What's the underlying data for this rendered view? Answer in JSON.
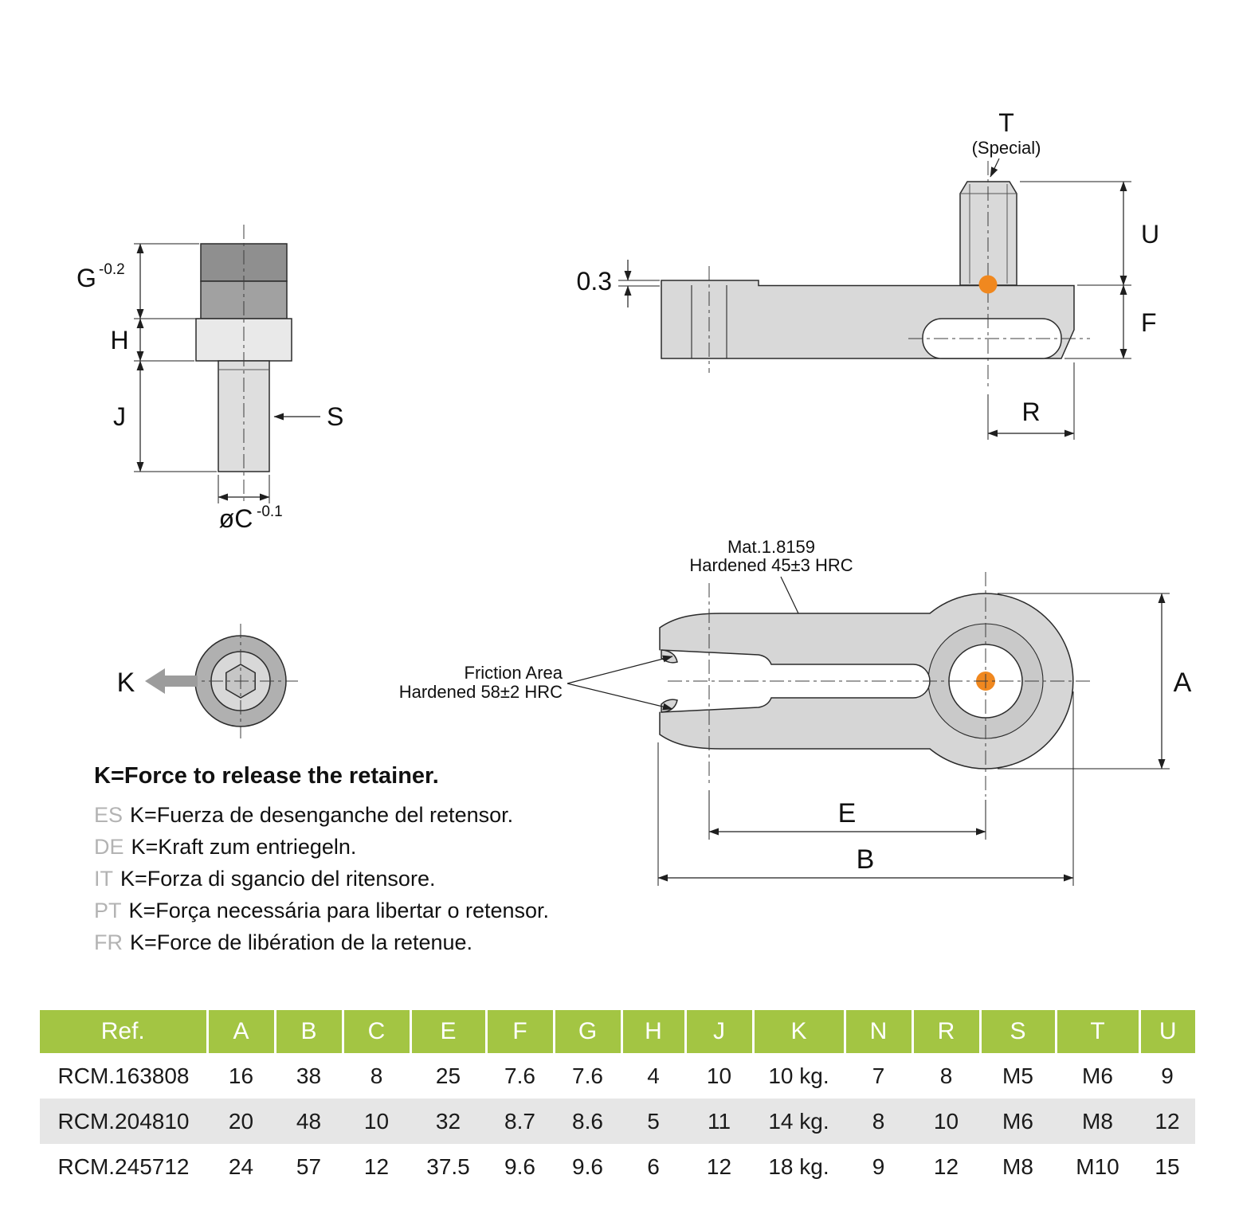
{
  "drawing1": {
    "g": "G",
    "g_tol": "-0.2",
    "h": "H",
    "j": "J",
    "s": "S",
    "c": "øC",
    "c_tol": "-0.1"
  },
  "drawing2": {
    "t": "T",
    "t_note": "(Special)",
    "u": "U",
    "f": "F",
    "r": "R",
    "step": "0.3"
  },
  "drawing3": {
    "k": "K"
  },
  "drawing4": {
    "mat_line1": "Mat.1.8159",
    "mat_line2": "Hardened 45±3 HRC",
    "friction_line1": "Friction Area",
    "friction_line2": "Hardened 58±2 HRC",
    "a": "A",
    "e": "E",
    "b": "B"
  },
  "notes": {
    "title": "K=Force to release the retainer.",
    "items": [
      {
        "lang": "ES",
        "text": "K=Fuerza de desenganche del retensor."
      },
      {
        "lang": "DE",
        "text": "K=Kraft zum entriegeln."
      },
      {
        "lang": "IT",
        "text": "K=Forza di sgancio del ritensore."
      },
      {
        "lang": "PT",
        "text": "K=Força necessária para libertar o retensor."
      },
      {
        "lang": "FR",
        "text": "K=Force de libération de la retenue."
      }
    ]
  },
  "table": {
    "headers": [
      "Ref.",
      "A",
      "B",
      "C",
      "E",
      "F",
      "G",
      "H",
      "J",
      "K",
      "N",
      "R",
      "S",
      "T",
      "U"
    ],
    "rows": [
      {
        "cells": [
          "RCM.163808",
          "16",
          "38",
          "8",
          "25",
          "7.6",
          "7.6",
          "4",
          "10",
          "10 kg.",
          "7",
          "8",
          "M5",
          "M6",
          "9"
        ]
      },
      {
        "cells": [
          "RCM.204810",
          "20",
          "48",
          "10",
          "32",
          "8.7",
          "8.6",
          "5",
          "11",
          "14 kg.",
          "8",
          "10",
          "M6",
          "M8",
          "12"
        ]
      },
      {
        "cells": [
          "RCM.245712",
          "24",
          "57",
          "12",
          "37.5",
          "9.6",
          "9.6",
          "6",
          "12",
          "18 kg.",
          "9",
          "12",
          "M8",
          "M10",
          "15"
        ]
      }
    ]
  },
  "colors": {
    "accent_green": "#a3c543",
    "marker_orange": "#f0881f",
    "row_alt_gray": "#e6e6e6",
    "part_gray": "#d6d6d6"
  }
}
